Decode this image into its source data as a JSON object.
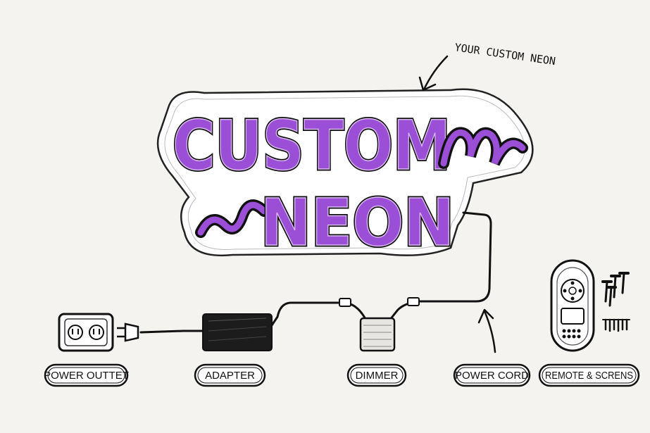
{
  "sign": {
    "line1": "CUSTOM",
    "line2": "NEON",
    "neon_color": "#9b4fd6",
    "outline_color": "#111111"
  },
  "annotation": {
    "label": "YOUR CUSTOM NEON"
  },
  "components": {
    "power_outlet": "POWER OUTTET",
    "adapter": "ADAPTER",
    "dimmer": "DIMMER",
    "power_cord": "POWER CORD",
    "remote_screws": "REMOTE & SCRENS"
  }
}
